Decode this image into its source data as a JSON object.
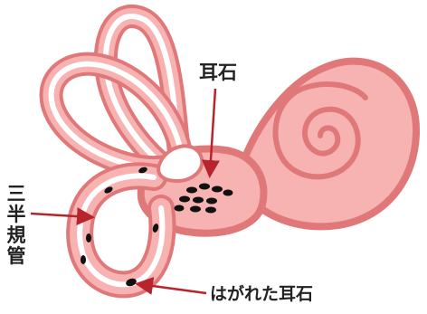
{
  "labels": {
    "otolith": "耳石",
    "semicircular_canal": [
      "三",
      "半",
      "規",
      "管"
    ],
    "detached_otolith": "はがれた耳石"
  },
  "colors": {
    "outline": "#e0787a",
    "fill": "#f6b3b1",
    "canal_inner": "#ffffff",
    "stone": "#111111",
    "arrow": "#b8242b",
    "text": "#222222"
  }
}
